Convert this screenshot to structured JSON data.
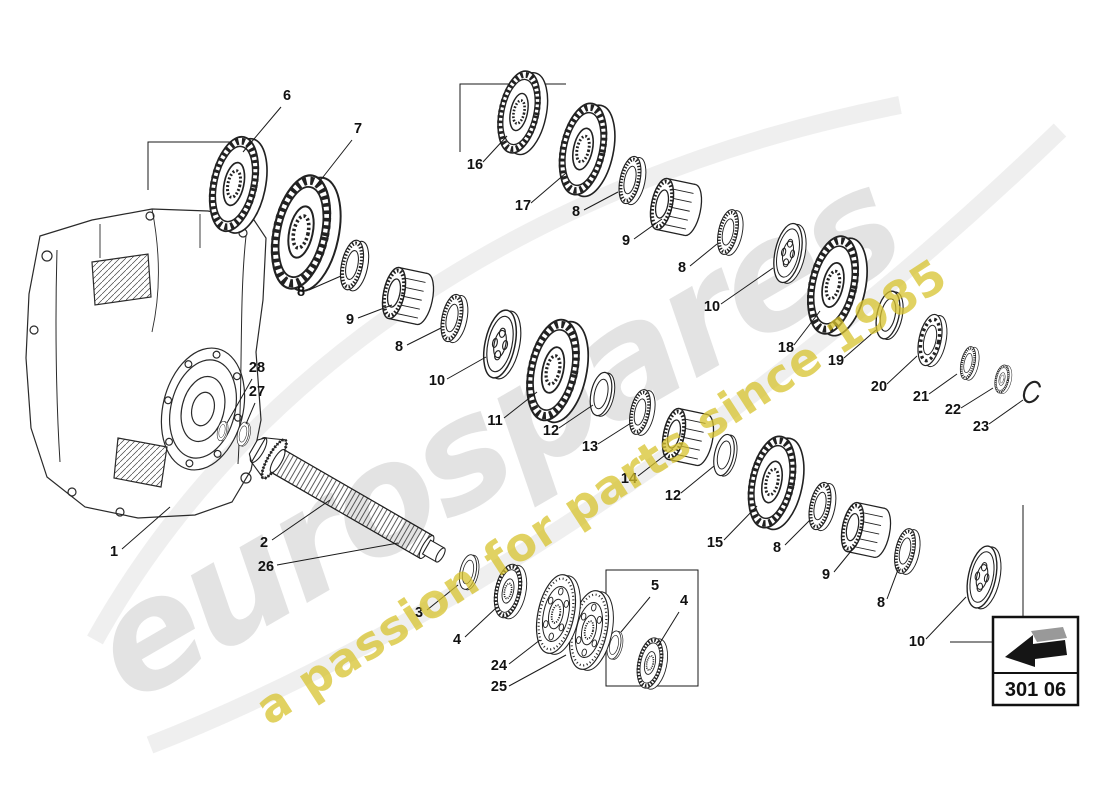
{
  "watermark": {
    "brand": "eurospares",
    "tagline": "a passion for parts since 1985"
  },
  "page_code": {
    "label": "301 06"
  },
  "colors": {
    "watermark_gray": "#c9c9c9",
    "watermark_yellow": "#d8c32e",
    "line": "#1a1a1a"
  },
  "diagram": {
    "parts": [
      {
        "n": "6",
        "type": "gear",
        "p": [
          234,
          184
        ],
        "s": 1.5,
        "t": [
          287,
          100
        ],
        "l": [
          281,
          107,
          243,
          152
        ]
      },
      {
        "n": "7",
        "type": "gear",
        "p": [
          301,
          232
        ],
        "s": 1.8,
        "t": [
          358,
          133
        ],
        "l": [
          352,
          140,
          316,
          186
        ]
      },
      {
        "n": "8",
        "type": "bearing",
        "p": [
          352,
          265
        ],
        "s": 1.05,
        "t": [
          301,
          296
        ],
        "l": [
          309,
          290,
          341,
          276
        ]
      },
      {
        "n": "9",
        "type": "hub",
        "p": [
          408,
          296
        ],
        "s": 1.3,
        "t": [
          350,
          324
        ],
        "l": [
          358,
          318,
          392,
          305
        ]
      },
      {
        "n": "8",
        "type": "bearing",
        "p": [
          452,
          318
        ],
        "s": 1.0,
        "t": [
          399,
          351
        ],
        "l": [
          407,
          345,
          441,
          328
        ]
      },
      {
        "n": "10",
        "type": "plate",
        "p": [
          500,
          344
        ],
        "s": 1.15,
        "t": [
          437,
          385
        ],
        "l": [
          447,
          379,
          486,
          357
        ]
      },
      {
        "n": "11",
        "type": "gear",
        "p": [
          553,
          370
        ],
        "s": 1.6,
        "t": [
          495,
          425
        ],
        "l": [
          504,
          418,
          537,
          392
        ]
      },
      {
        "n": "12",
        "type": "ring",
        "p": [
          601,
          394
        ],
        "s": 1.0,
        "t": [
          551,
          435
        ],
        "l": [
          559,
          428,
          593,
          405
        ]
      },
      {
        "n": "13",
        "type": "bearing",
        "p": [
          640,
          412
        ],
        "s": 0.95,
        "t": [
          590,
          451
        ],
        "l": [
          598,
          444,
          631,
          423
        ]
      },
      {
        "n": "14",
        "type": "hub",
        "p": [
          688,
          437
        ],
        "s": 1.3,
        "t": [
          629,
          483
        ],
        "l": [
          638,
          476,
          673,
          449
        ]
      },
      {
        "n": "12",
        "type": "ring",
        "p": [
          724,
          455
        ],
        "s": 0.95,
        "t": [
          673,
          500
        ],
        "l": [
          681,
          493,
          714,
          466
        ]
      },
      {
        "n": "15",
        "type": "gear",
        "p": [
          772,
          482
        ],
        "s": 1.45,
        "t": [
          715,
          547
        ],
        "l": [
          724,
          540,
          757,
          506
        ]
      },
      {
        "n": "8",
        "type": "bearing",
        "p": [
          820,
          506
        ],
        "s": 1.0,
        "t": [
          777,
          552
        ],
        "l": [
          785,
          545,
          810,
          520
        ]
      },
      {
        "n": "9",
        "type": "hub",
        "p": [
          866,
          530
        ],
        "s": 1.25,
        "t": [
          826,
          579
        ],
        "l": [
          834,
          572,
          856,
          545
        ]
      },
      {
        "n": "8",
        "type": "bearing",
        "p": [
          905,
          551
        ],
        "s": 0.95,
        "t": [
          881,
          607
        ],
        "l": [
          887,
          599,
          899,
          567
        ]
      },
      {
        "n": "10",
        "type": "plate",
        "p": [
          982,
          577
        ],
        "s": 1.05,
        "t": [
          917,
          646
        ],
        "l": [
          926,
          639,
          966,
          597
        ]
      },
      {
        "n": "16",
        "type": "gear",
        "p": [
          519,
          112
        ],
        "s": 1.3,
        "t": [
          475,
          169
        ],
        "l": [
          483,
          162,
          507,
          136
        ]
      },
      {
        "n": "17",
        "type": "gear",
        "p": [
          583,
          149
        ],
        "s": 1.45,
        "t": [
          523,
          210
        ],
        "l": [
          531,
          203,
          566,
          173
        ]
      },
      {
        "n": "8",
        "type": "bearing",
        "p": [
          630,
          180
        ],
        "s": 1.0,
        "t": [
          576,
          216
        ],
        "l": [
          584,
          210,
          618,
          192
        ]
      },
      {
        "n": "9",
        "type": "hub",
        "p": [
          676,
          207
        ],
        "s": 1.3,
        "t": [
          626,
          245
        ],
        "l": [
          634,
          239,
          662,
          219
        ]
      },
      {
        "n": "8",
        "type": "bearing",
        "p": [
          728,
          232
        ],
        "s": 0.95,
        "t": [
          682,
          272
        ],
        "l": [
          690,
          266,
          717,
          244
        ]
      },
      {
        "n": "10",
        "type": "plate",
        "p": [
          788,
          253
        ],
        "s": 1.0,
        "t": [
          712,
          311
        ],
        "l": [
          721,
          304,
          773,
          268
        ]
      },
      {
        "n": "18",
        "type": "gear",
        "p": [
          833,
          285
        ],
        "s": 1.55,
        "t": [
          786,
          352
        ],
        "l": [
          794,
          345,
          820,
          311
        ]
      },
      {
        "n": "19",
        "type": "ring",
        "p": [
          888,
          315
        ],
        "s": 1.1,
        "t": [
          836,
          365
        ],
        "l": [
          844,
          358,
          876,
          330
        ]
      },
      {
        "n": "20",
        "type": "ballbearing",
        "p": [
          930,
          340
        ],
        "s": 1.0,
        "t": [
          879,
          391
        ],
        "l": [
          887,
          384,
          917,
          356
        ]
      },
      {
        "n": "21",
        "type": "bearing",
        "p": [
          968,
          363
        ],
        "s": 0.7,
        "t": [
          921,
          401
        ],
        "l": [
          929,
          394,
          957,
          374
        ]
      },
      {
        "n": "22",
        "type": "gear",
        "p": [
          1002,
          379
        ],
        "s": 0.45,
        "t": [
          953,
          414
        ],
        "l": [
          961,
          408,
          993,
          388
        ]
      },
      {
        "n": "23",
        "type": "snap",
        "p": [
          1032,
          392
        ],
        "s": 0.9,
        "t": [
          981,
          431
        ],
        "l": [
          989,
          424,
          1023,
          400
        ]
      },
      {
        "n": "28",
        "type": "ring",
        "p": [
          222,
          431
        ],
        "s": 0.45,
        "t": [
          257,
          372
        ],
        "l": [
          252,
          379,
          227,
          423
        ]
      },
      {
        "n": "27",
        "type": "ring",
        "p": [
          243,
          434
        ],
        "s": 0.55,
        "t": [
          257,
          396
        ],
        "l": [
          255,
          403,
          246,
          424
        ]
      },
      {
        "n": "1",
        "type": "none",
        "t": [
          114,
          556
        ],
        "l": [
          122,
          549,
          170,
          507
        ]
      },
      {
        "n": "2",
        "type": "none",
        "t": [
          264,
          547
        ],
        "l": [
          272,
          540,
          330,
          500
        ]
      },
      {
        "n": "26",
        "type": "none",
        "t": [
          266,
          571
        ],
        "l": [
          277,
          565,
          398,
          543
        ]
      },
      {
        "n": "3",
        "type": "ring",
        "p": [
          468,
          572
        ],
        "s": 0.8,
        "t": [
          419,
          617
        ],
        "l": [
          427,
          610,
          458,
          585
        ]
      },
      {
        "n": "4",
        "type": "gear",
        "p": [
          508,
          591
        ],
        "s": 0.85,
        "t": [
          457,
          644
        ],
        "l": [
          465,
          637,
          496,
          608
        ]
      },
      {
        "n": "24",
        "type": "flange",
        "p": [
          556,
          614
        ],
        "s": 1.0,
        "t": [
          499,
          670
        ],
        "l": [
          509,
          664,
          540,
          640
        ]
      },
      {
        "n": "25",
        "type": "flange",
        "p": [
          589,
          630
        ],
        "s": 1.0,
        "t": [
          499,
          691
        ],
        "l": [
          509,
          686,
          566,
          655
        ]
      },
      {
        "n": "5",
        "type": "ring",
        "p": [
          614,
          645
        ],
        "s": 0.65,
        "t": [
          655,
          590
        ],
        "l": [
          650,
          597,
          621,
          632
        ]
      },
      {
        "n": "4",
        "type": "gear",
        "p": [
          650,
          663
        ],
        "s": 0.8,
        "t": [
          684,
          605
        ],
        "l": [
          679,
          612,
          658,
          646
        ]
      }
    ]
  }
}
